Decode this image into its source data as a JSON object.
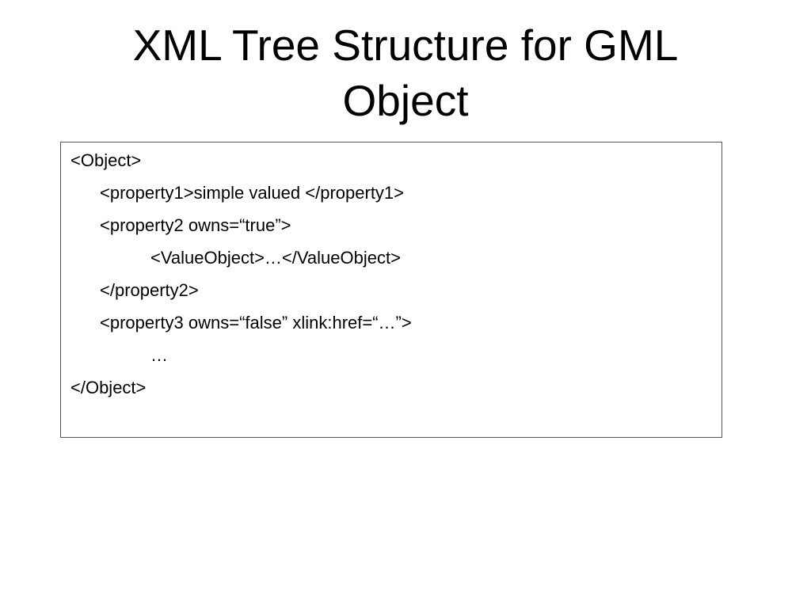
{
  "slide": {
    "title_line1": "XML Tree Structure for GML",
    "title_line2": "Object",
    "code_lines": [
      {
        "text": "<Object>",
        "indent": 0
      },
      {
        "text": "<property1>simple valued </property1>",
        "indent": 1
      },
      {
        "text": "<property2 owns=“true”>",
        "indent": 1
      },
      {
        "text": "<ValueObject>…</ValueObject>",
        "indent": 2
      },
      {
        "text": "</property2>",
        "indent": 1
      },
      {
        "text": "<property3 owns=“false” xlink:href=“…”>",
        "indent": 1
      },
      {
        "text": "…",
        "indent": 2
      },
      {
        "text": "</Object>",
        "indent": 0
      }
    ]
  }
}
